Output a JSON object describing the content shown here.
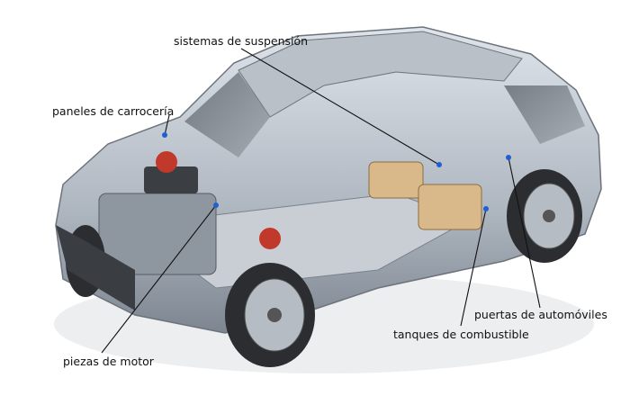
{
  "labels": {
    "suspension": "sistemas de suspensión",
    "body_panels": "paneles de carrocería",
    "doors": "puertas de automóviles",
    "fuel_tanks": "tanques de combustible",
    "engine_parts": "piezas de motor"
  },
  "colors": {
    "marker": "#1f5fd6",
    "leader": "#111111"
  }
}
